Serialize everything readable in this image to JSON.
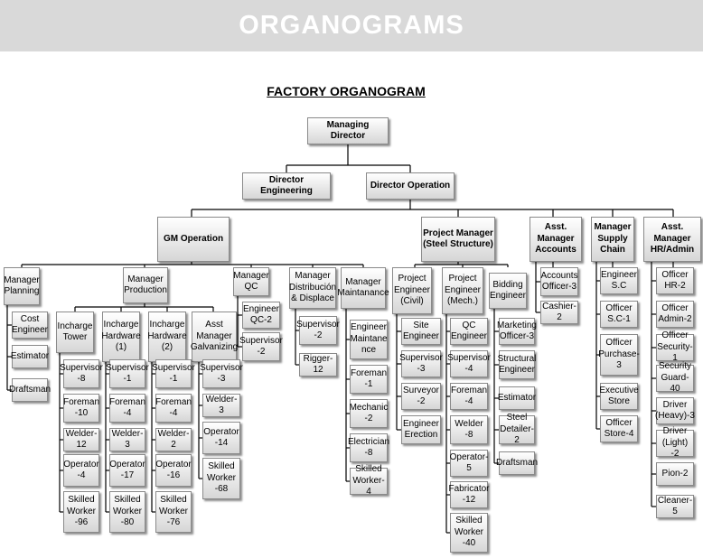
{
  "banner": {
    "title": "ORGANOGRAMS"
  },
  "heading": "FACTORY ORGANOGRAM",
  "top": {
    "managing_director": "Managing Director",
    "director_engineering": "Director Engineering",
    "director_operation": "Director Operation"
  },
  "level3": {
    "gm_operation": "GM Operation",
    "project_manager": "Project Manager\n(Steel Structure)",
    "asst_manager_accounts": "Asst. Manager\nAccounts",
    "manager_supply_chain": "Manager\nSupply\nChain",
    "asst_manager_hr": "Asst. Manager\nHR/Admin"
  },
  "gm_branch": {
    "manager_planning": "Manager\nPlanning",
    "manager_production": "Manager\nProduction",
    "manager_qc": "Manager\nQC",
    "manager_distribution": "Manager\nDistribución\n& Displace",
    "manager_maintanance": "Manager\nMaintanance",
    "planning_items": [
      "Cost\nEngineer",
      "Estimator",
      "Draftsman"
    ],
    "production_heads": [
      "Incharge\nTower",
      "Incharge\nHardware\n(1)",
      "Incharge\nHardware\n(2)",
      "Asst\nManager\nGalvanizing"
    ],
    "tower_items": [
      "Supervisor\n-8",
      "Foreman\n-10",
      "Welder-12",
      "Operator\n-4",
      "Skilled\nWorker\n-96"
    ],
    "hw1_items": [
      "Supervisor\n-1",
      "Foreman\n-4",
      "Welder-3",
      "Operator\n-17",
      "Skilled\nWorker\n-80"
    ],
    "hw2_items": [
      "Supervisor\n-1",
      "Foreman\n-4",
      "Welder-2",
      "Operator\n-16",
      "Skilled\nWorker\n-76"
    ],
    "galv_items": [
      "Supervisor\n-3",
      "Welder-3",
      "Operator\n-14",
      "Skilled\nWorker\n-68"
    ],
    "qc_items": [
      "Engineer\nQC-2",
      "Supervisor\n-2"
    ],
    "distribution_items": [
      "Supervisor\n-2",
      "Rigger-12"
    ],
    "maintanance_items": [
      "Engineer\nMaintane\nnce",
      "Foreman\n-1",
      "Mechanic\n-2",
      "Electrician\n-8",
      "Skilled\nWorker-4"
    ]
  },
  "project_branch": {
    "pe_civil": "Project\nEngineer\n(Civil)",
    "pe_mech": "Project\nEngineer\n(Mech.)",
    "bidding_engineer": "Bidding\nEngineer",
    "civil_items": [
      "Site\nEngineer",
      "Supervisor\n-3",
      "Surveyor\n-2",
      "Engineer\nErection"
    ],
    "mech_items": [
      "QC\nEngineer",
      "Supervisor\n-4",
      "Foreman\n-4",
      "Welder\n-8",
      "Operator-\n5",
      "Fabricator\n-12",
      "Skilled\nWorker\n-40"
    ],
    "bidding_items": [
      "Marketing\nOfficer-3",
      "Structural\nEngineer",
      "Estimator",
      "Steel\nDetailer-2",
      "Draftsman"
    ]
  },
  "accounts_items": [
    "Accounts\nOfficer-3",
    "Cashier-2"
  ],
  "supply_items": [
    "Engineer\nS.C",
    "Officer\nS.C-1",
    "Officer\nPurchase-\n3",
    "Executive\nStore",
    "Officer\nStore-4"
  ],
  "hr_items": [
    "Officer\nHR-2",
    "Officer\nAdmin-2",
    "Officer\nSecurity-1",
    "Security\nGuard-40",
    "Driver\n(Heavy)-3",
    "Driver\n(Light) -2",
    "Pion-2",
    "Cleaner-5"
  ]
}
